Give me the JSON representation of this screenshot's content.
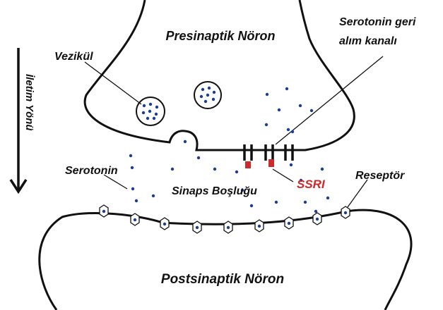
{
  "labels": {
    "presynaptic": "Presinaptik Nöron",
    "postsynaptic": "Postsinaptik Nöron",
    "vesicle": "Vezikül",
    "serotonin": "Serotonin",
    "synaptic_cleft": "Sinaps Boşluğu",
    "reuptake_line1": "Serotonin geri",
    "reuptake_line2": "alım kanalı",
    "ssri": "SSRI",
    "receptor": "Reseptör",
    "direction": "İletim Yönü"
  },
  "colors": {
    "molecule": "#1a3d99",
    "ssri": "#cc2b2b",
    "outline": "#111111"
  }
}
